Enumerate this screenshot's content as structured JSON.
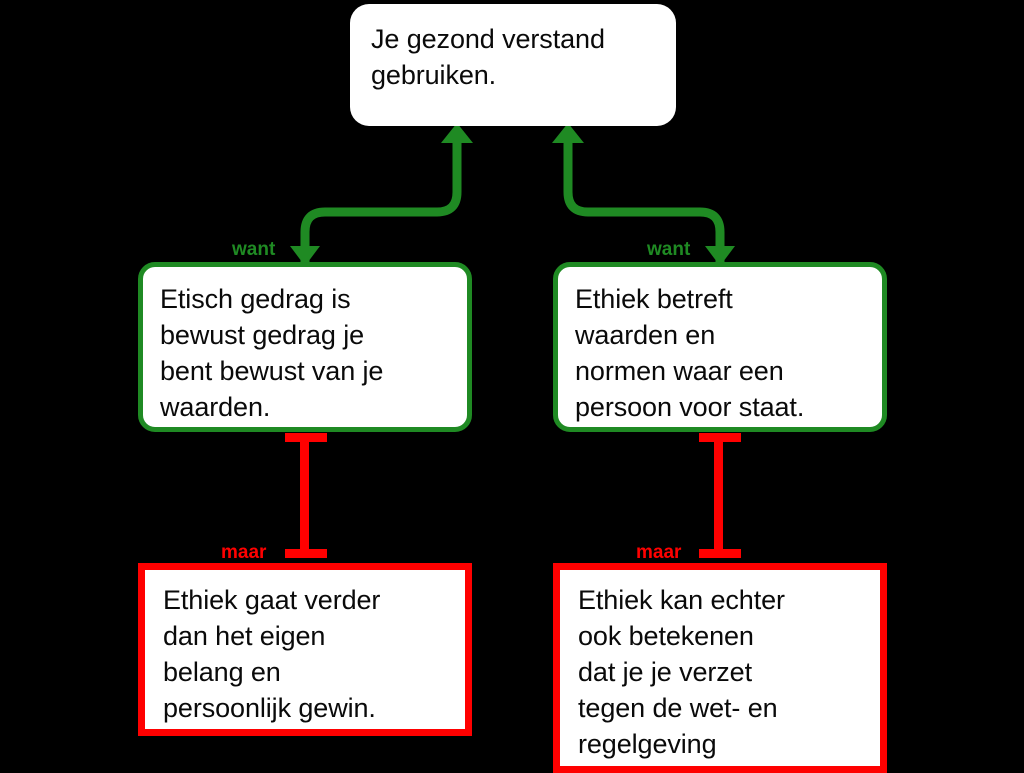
{
  "diagram": {
    "type": "argument-map",
    "language": "nl",
    "background_color": "#000000",
    "support_color": "#1f8a23",
    "objection_color": "#ff0000",
    "node_fill_color": "#ffffff",
    "node_text_color": "#0a0a0a"
  },
  "nodes": {
    "root": {
      "id": "root",
      "role": "claim",
      "text": "Je gezond verstand\ngebruiken."
    },
    "reason_left": {
      "id": "reason-left",
      "role": "supporting-reason",
      "text": "Etisch gedrag is\nbewust gedrag je\nbent bewust van je\nwaarden."
    },
    "reason_right": {
      "id": "reason-right",
      "role": "supporting-reason",
      "text": "Ethiek betreft\nwaarden en\nnormen waar een\npersoon voor staat."
    },
    "objection_left": {
      "id": "objection-left",
      "role": "objection",
      "text": "Ethiek gaat verder\ndan het eigen\nbelang en\npersoonlijk gewin."
    },
    "objection_right": {
      "id": "objection-right",
      "role": "objection",
      "text": "Ethiek kan echter\nook betekenen\ndat je je verzet\ntegen de wet- en\nregelgeving"
    }
  },
  "edges": {
    "want_left": {
      "label": "want",
      "from": "reason-left",
      "to": "root",
      "kind": "support"
    },
    "want_right": {
      "label": "want",
      "from": "reason-right",
      "to": "root",
      "kind": "support"
    },
    "maar_left": {
      "label": "maar",
      "from": "objection-left",
      "to": "reason-left",
      "kind": "objection"
    },
    "maar_right": {
      "label": "maar",
      "from": "objection-right",
      "to": "reason-right",
      "kind": "objection"
    }
  }
}
